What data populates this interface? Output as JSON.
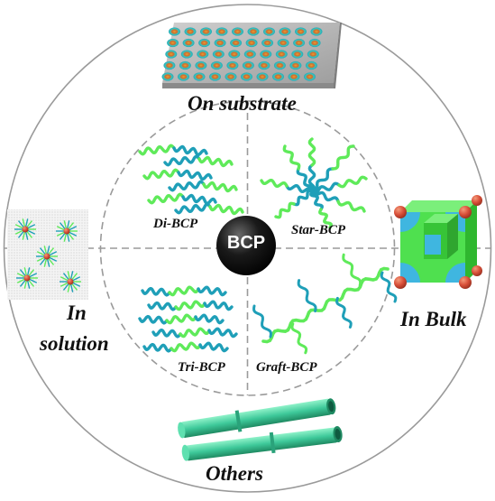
{
  "center_label": "BCP",
  "outer_labels": {
    "top": "On substrate",
    "left_line1": "In",
    "left_line2": "solution",
    "right": "In Bulk",
    "bottom": "Others"
  },
  "inner_labels": {
    "top_left": "Di-BCP",
    "top_right": "Star-BCP",
    "bottom_left": "Tri-BCP",
    "bottom_right": "Graft-BCP"
  },
  "colors": {
    "chain_teal": "#1f9fb8",
    "chain_green": "#5fea5a",
    "center_disc": "#111111",
    "circle_stroke": "#9a9a9a",
    "substrate": "#b9b9b9",
    "cube": "#4fe04f",
    "cube_corner": "#d9503a",
    "tube": "#3ec99a",
    "micelle_core": "#d9503a"
  }
}
